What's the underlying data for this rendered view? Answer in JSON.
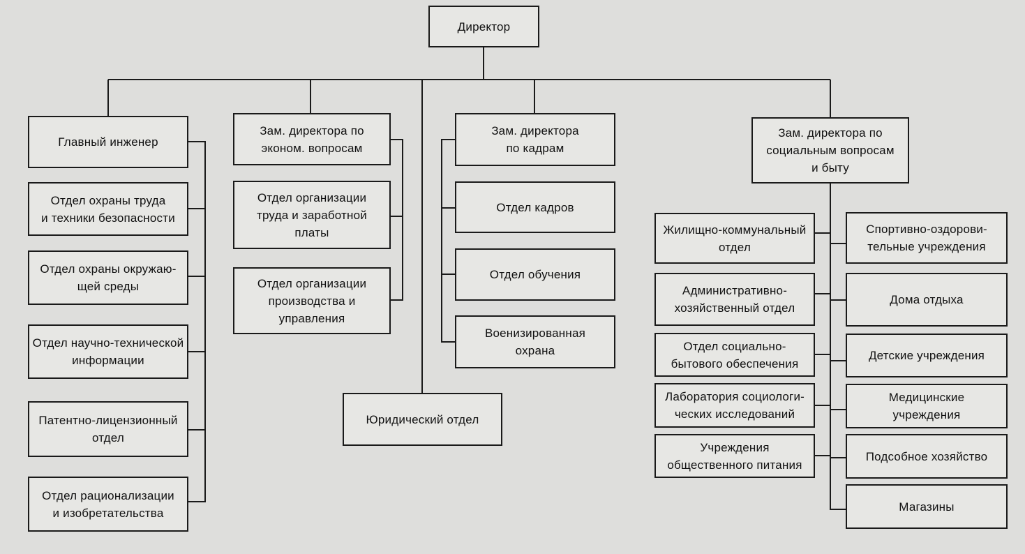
{
  "colors": {
    "background": "#dededc",
    "box_fill": "#e7e7e4",
    "line": "#1a1a1a"
  },
  "director": "Директор",
  "chief_engineer": {
    "title": "Главный  инженер",
    "units": [
      "Отдел охраны труда\nи техники безопасности",
      "Отдел охраны окружаю-\nщей среды",
      "Отдел  научно-технической\nинформации",
      "Патентно-лицензионный\nотдел",
      "Отдел  рационализации\nи изобретательства"
    ]
  },
  "deputy_economic": {
    "title": "Зам.  директора по\nэконом.  вопросам",
    "units": [
      "Отдел  организации\nтруда  и  заработной\nплаты",
      "Отдел  организации\nпроизводства  и\nуправления"
    ]
  },
  "legal": "Юридический  отдел",
  "deputy_personnel": {
    "title": "Зам.  директора\nпо кадрам",
    "units": [
      "Отдел  кадров",
      "Отдел  обучения",
      "Военизированная\nохрана"
    ]
  },
  "deputy_social": {
    "title": "Зам.  директора по\nсоциальным  вопросам\nи  быту",
    "left_units": [
      "Жилищно-коммунальный\nотдел",
      "Административно-\nхозяйственный  отдел",
      "Отдел  социально-\nбытового  обеспечения",
      "Лаборатория  социологи-\nческих  исследований",
      "Учреждения\nобщественного  питания"
    ],
    "right_units": [
      "Спортивно-оздорови-\nтельные  учреждения",
      "Дома  отдыха",
      "Детские  учреждения",
      "Медицинские\nучреждения",
      "Подсобное  хозяйство",
      "Магазины"
    ]
  }
}
